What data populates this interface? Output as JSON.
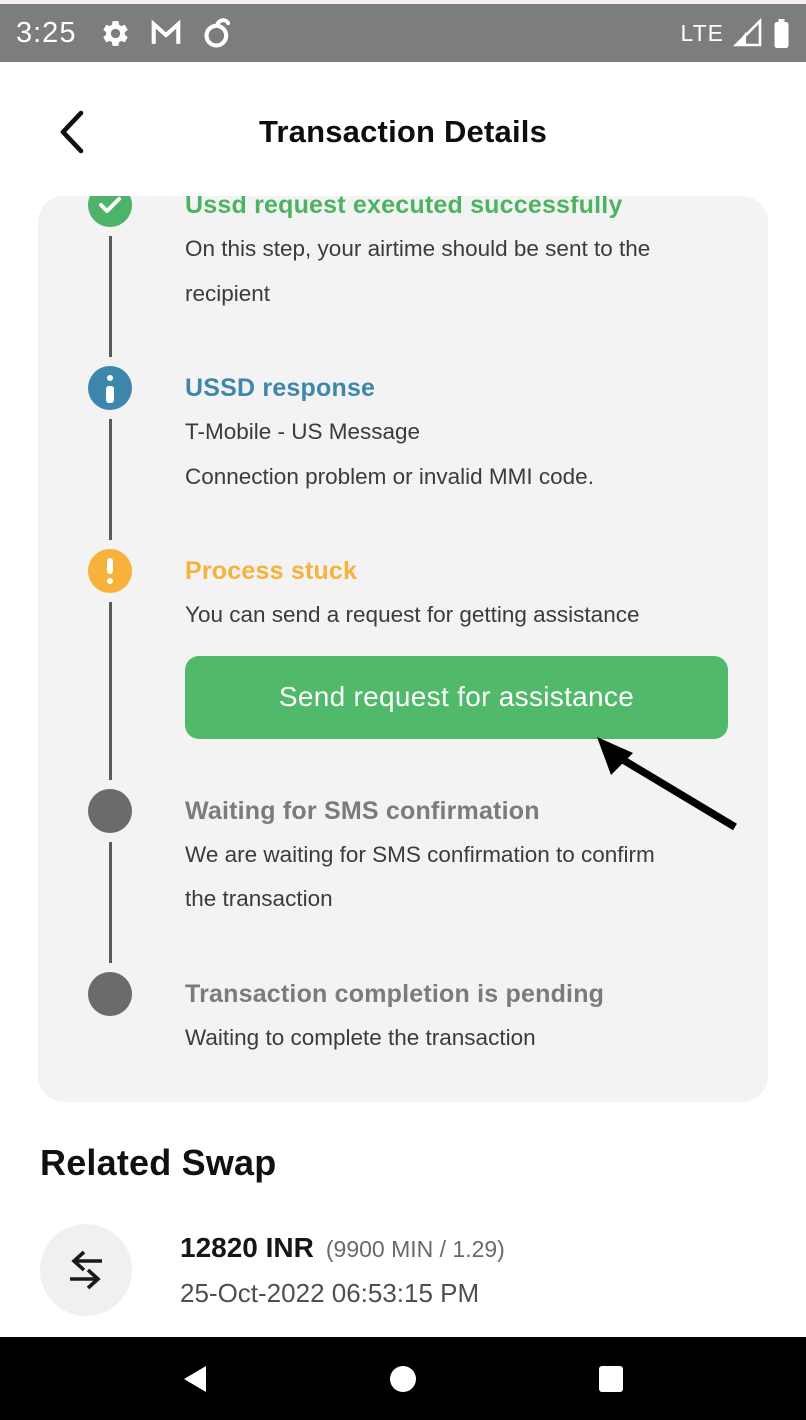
{
  "status_bar": {
    "time": "3:25",
    "network_label": "LTE",
    "left_icons": [
      "gear-icon",
      "gmail-icon",
      "browser-icon"
    ],
    "right_icons": [
      "signal-icon",
      "battery-icon"
    ]
  },
  "header": {
    "title": "Transaction Details",
    "back_icon": "chevron-left-icon"
  },
  "timeline": {
    "steps": [
      {
        "state": "success",
        "icon": "check-icon",
        "title": "Ussd request executed successfully",
        "body": "On this step, your airtime should be sent to the\nrecipient"
      },
      {
        "state": "info",
        "icon": "info-icon",
        "title": "USSD response",
        "body": "T-Mobile - US Message\nConnection problem or invalid MMI code."
      },
      {
        "state": "warning",
        "icon": "exclamation-icon",
        "title": "Process stuck",
        "body": "You can send a request for getting assistance",
        "button_label": "Send request for assistance"
      },
      {
        "state": "pending",
        "icon": "circle-dot",
        "title": "Waiting for SMS confirmation",
        "body": "We are waiting for SMS confirmation to confirm\nthe transaction"
      },
      {
        "state": "pending",
        "icon": "circle-dot",
        "title": "Transaction completion is pending",
        "body": "Waiting to complete the transaction"
      }
    ]
  },
  "related_swap": {
    "heading": "Related Swap",
    "amount": "12820 INR",
    "rate": "(9900 MIN / 1.29)",
    "date": "25-Oct-2022 06:53:15 PM",
    "icon": "swap-arrows-icon"
  },
  "nav_bar": {
    "icons": [
      "back-icon",
      "home-icon",
      "recents-icon"
    ]
  },
  "colors": {
    "success": "#4db368",
    "success_text": "#4cb363",
    "info": "#3d87ac",
    "warning": "#f6b23a",
    "pending_dot": "#6b6b6b",
    "pending_text": "#7b7b7b",
    "body_text": "#3b3b3b",
    "card_bg": "#f3f3f3",
    "status_bar_bg": "#7d7d7d",
    "top_strip": "#f5ecf4",
    "nav_bar_bg": "#000000",
    "button_bg": "#50b96a",
    "button_text": "#ffffff"
  }
}
